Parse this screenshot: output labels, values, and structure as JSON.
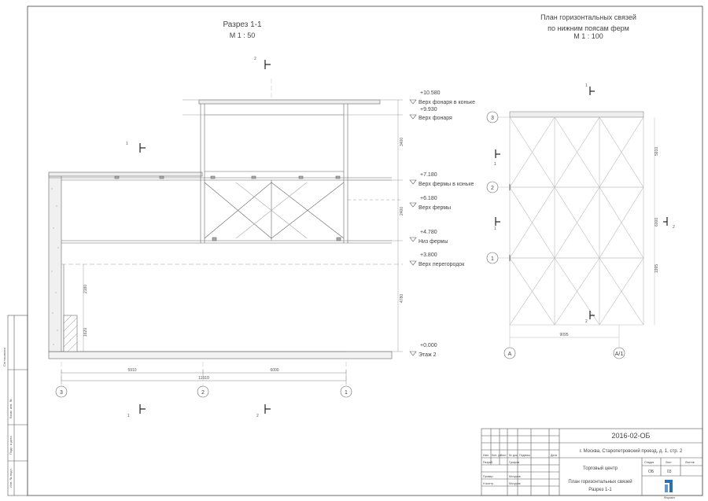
{
  "section": {
    "title": "Разрез 1-1",
    "scale": "М   1 : 50",
    "cut_marks": {
      "top_mid": "2",
      "left_mid": "1",
      "bottom_left": "1",
      "bottom_right": "2"
    },
    "levels": [
      {
        "value": "+10.580",
        "label": "Верх фонаря в коньке"
      },
      {
        "value": "+9.930",
        "label": "Верх фонаря"
      },
      {
        "value": "+7.180",
        "label": "Верх фермы в коньке"
      },
      {
        "value": "+6.180",
        "label": "Верх фермы"
      },
      {
        "value": "+4.780",
        "label": "Низ фермы"
      },
      {
        "value": "+3.800",
        "label": "Верх перегородок"
      },
      {
        "value": "+0.000",
        "label": "Этаж 2"
      }
    ],
    "vertical_dims": [
      "3400",
      "2400",
      "4780",
      "2180",
      "1620"
    ],
    "horizontal_dims": {
      "left": "5910",
      "right": "6000",
      "total": "11910"
    },
    "axes": [
      "3",
      "2",
      "1"
    ]
  },
  "plan": {
    "title_line1": "План горизонтальных связей",
    "title_line2": "по нижним поясам ферм",
    "scale": "М   1 : 100",
    "cut_marks": [
      "1",
      "1",
      "2",
      "1",
      "2"
    ],
    "axes_rows": [
      "3",
      "2",
      "1"
    ],
    "axes_cols": [
      "А",
      "А/1"
    ],
    "dims_right": [
      "5910",
      "6000",
      "1995"
    ],
    "dim_bottom": "9095"
  },
  "side_stamp": [
    "Инв. № подл.",
    "Подп. и дата",
    "Взам. инв. №",
    "Согласовано"
  ],
  "title_block": {
    "code": "2016-02-ОБ",
    "address": "г. Москва, Старопетровский проезд, д. 1, стр. 2",
    "object": "Торговый центр",
    "sheet_title_1": "План горизонтальных связей",
    "sheet_title_2": "Разрез 1-1",
    "header_cols": [
      "Изм.",
      "Кол. уч.",
      "Лист",
      "№ док.",
      "Подпись",
      "Дата"
    ],
    "roles": [
      {
        "role": "Разраб.",
        "name": "Гусаров"
      },
      {
        "role": "Провер.",
        "name": "Мочуров"
      },
      {
        "role": "Н.контр.",
        "name": "Мочуров"
      }
    ],
    "stage_label": "Стадия",
    "stage": "ОБ",
    "sheet_label": "Лист",
    "sheet": "03",
    "sheets_label": "Листов",
    "company": "Формат"
  }
}
